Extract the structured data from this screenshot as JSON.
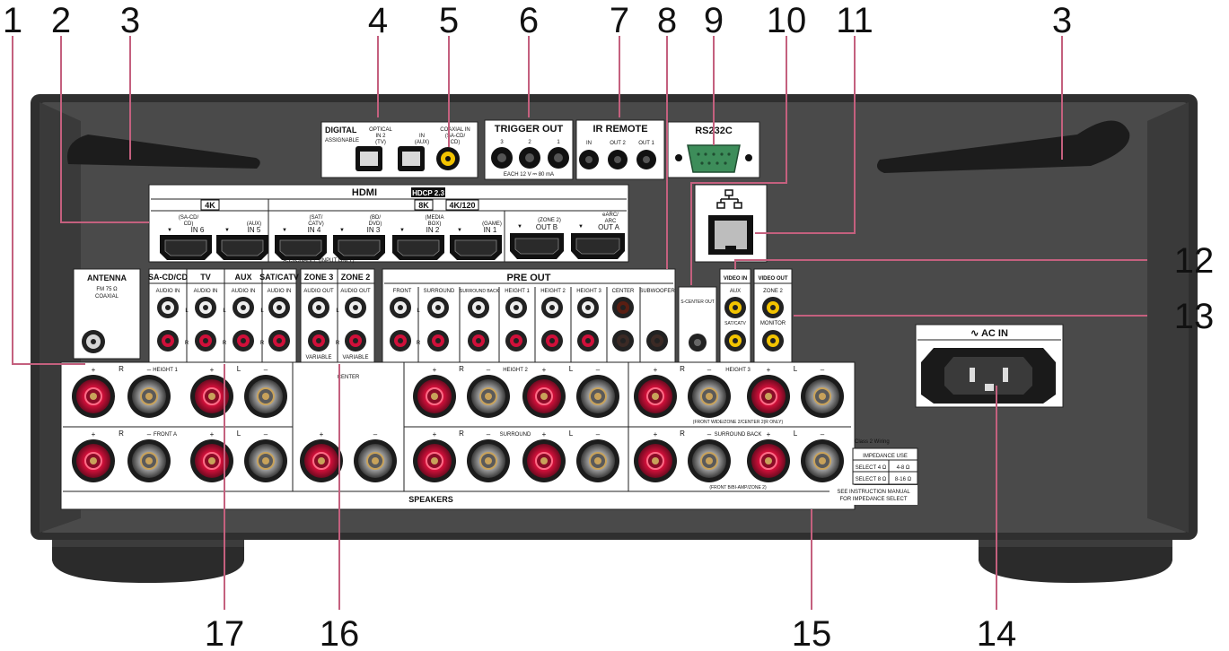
{
  "callouts": {
    "c1": "1",
    "c2": "2",
    "c3a": "3",
    "c3b": "3",
    "c4": "4",
    "c5": "5",
    "c6": "6",
    "c7": "7",
    "c8": "8",
    "c9": "9",
    "c10": "10",
    "c11": "11",
    "c12": "12",
    "c13": "13",
    "c14": "14",
    "c15": "15",
    "c16": "16",
    "c17": "17"
  },
  "digital": {
    "title": "DIGITAL",
    "assignable": "ASSIGNABLE",
    "optical_a": "OPTICAL",
    "optical_b": "IN 2",
    "optical_c": "(TV)",
    "optical_in": "IN",
    "optical_aux": "(AUX)",
    "coax_a": "COAXIAL IN",
    "coax_b": "(SA-CD/",
    "coax_c": "CD)"
  },
  "trigger": {
    "title": "TRIGGER OUT",
    "n3": "3",
    "n2": "2",
    "n1": "1",
    "note": "EACH 12 V ⎓ 80 mA"
  },
  "ir": {
    "title": "IR REMOTE",
    "in": "IN",
    "out2": "OUT 2",
    "out1": "OUT 1"
  },
  "rs232": {
    "title": "RS232C"
  },
  "hdmi": {
    "title": "HDMI",
    "hdcp": "HDCP 2.3",
    "k4": "4K",
    "k8": "8K",
    "k4_120": "4K/120",
    "assignable_note": "ASSIGNABLE (INPUT ONLY)",
    "ports": [
      {
        "top": "(SA-CD/",
        "mid": "CD)",
        "name": "IN 6"
      },
      {
        "top": "",
        "mid": "(AUX)",
        "name": "IN 5"
      },
      {
        "top": "(SAT/",
        "mid": "CATV)",
        "name": "IN 4"
      },
      {
        "top": "(BD/",
        "mid": "DVD)",
        "name": "IN 3"
      },
      {
        "top": "(MEDIA",
        "mid": "BOX)",
        "name": "IN 2"
      },
      {
        "top": "",
        "mid": "(GAME)",
        "name": "IN 1"
      },
      {
        "top": "",
        "mid": "(ZONE 2)",
        "name": "OUT B"
      },
      {
        "top": "eARC/",
        "mid": "ARC",
        "name": "OUT A"
      }
    ]
  },
  "antenna": {
    "title": "ANTENNA",
    "sub1": "FM 75 Ω",
    "sub2": "COAXIAL"
  },
  "audio_in": {
    "groups": [
      "SA-CD/CD",
      "TV",
      "AUX",
      "SAT/CATV"
    ],
    "label": "AUDIO IN",
    "l": "L",
    "r": "R"
  },
  "zone": {
    "z3": "ZONE 3",
    "z2": "ZONE 2",
    "out": "AUDIO OUT",
    "variable": "VARIABLE",
    "l": "L",
    "r": "R"
  },
  "preout": {
    "title": "PRE OUT",
    "cols": [
      "FRONT",
      "SURROUND",
      "SURROUND BACK",
      "HEIGHT 1",
      "HEIGHT 2",
      "HEIGHT 3",
      "CENTER",
      "SUBWOOFER"
    ],
    "l": "L",
    "r": "R"
  },
  "scenter": {
    "label": "S-CENTER OUT"
  },
  "video_in": {
    "title": "VIDEO IN",
    "aux": "AUX",
    "sat": "SAT/CATV"
  },
  "video_out": {
    "title": "VIDEO OUT",
    "zone2": "ZONE 2",
    "monitor": "MONITOR"
  },
  "ac_in": {
    "title": "AC IN"
  },
  "speakers": {
    "title": "SPEAKERS",
    "height1": "HEIGHT 1",
    "front_a": "FRONT A",
    "center": "CENTER",
    "height2": "HEIGHT 2",
    "surround": "SURROUND",
    "height3": "HEIGHT 3",
    "height3_note": "(FRONT WIDE/ZONE 2/CENTER 2(R ONLY)",
    "surround_back": "SURROUND BACK",
    "sb_note": "(FRONT B/BI-AMP/ZONE 2)",
    "plus": "+",
    "minus": "–",
    "r": "R",
    "l": "L"
  },
  "impedance": {
    "class2": "Class 2 Wiring",
    "header": "IMPEDANCE USE",
    "row1a": "SELECT 4 Ω",
    "row1b": "4-8 Ω",
    "row2a": "SELECT 8 Ω",
    "row2b": "8-16 Ω",
    "note1": "SEE INSTRUCTION MANUAL",
    "note2": "FOR IMPEDANCE SELECT"
  },
  "colors": {
    "body": "#4a4a4a",
    "body_edge": "#2a2a2a",
    "panel": "#ffffff",
    "leader": "#c4607e",
    "red_jack": "#d0103a",
    "yellow_jack": "#f2c300",
    "rs232": "#3d8d5a"
  }
}
